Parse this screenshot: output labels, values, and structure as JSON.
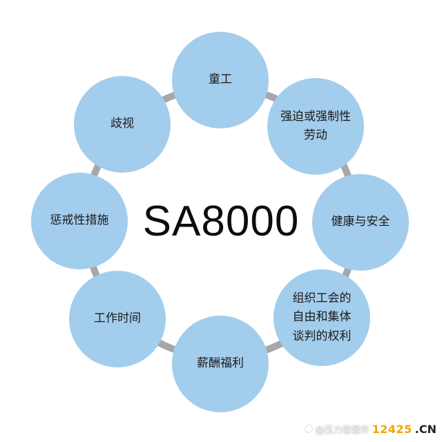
{
  "center_title": "SA8000",
  "nodes": [
    {
      "label": "童工"
    },
    {
      "label": "强迫或强制性\n劳动"
    },
    {
      "label": "健康与安全"
    },
    {
      "label": "组织工会的\n自由和集体\n谈判的权利"
    },
    {
      "label": "薪酬福利"
    },
    {
      "label": "工作时间"
    },
    {
      "label": "惩戒性措施"
    },
    {
      "label": "歧视"
    }
  ],
  "colors": {
    "node_fill": "#a3cdec",
    "ring": "#a7a7a7",
    "center_text": "#0d0d0d"
  },
  "watermark": {
    "text": "@压力容器许",
    "site_number": "12425",
    "site_suffix": ".CN"
  }
}
